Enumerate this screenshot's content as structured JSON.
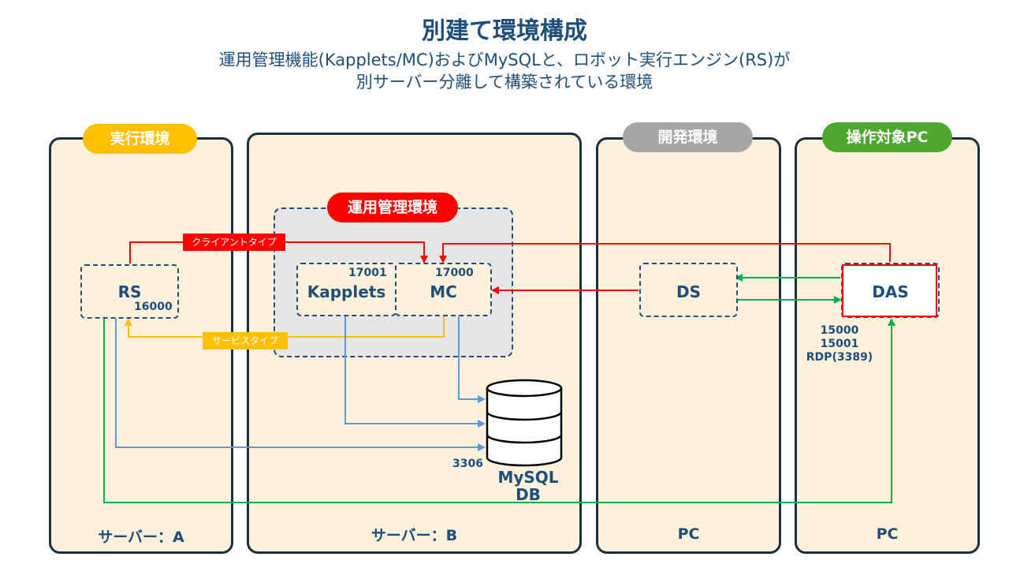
{
  "title": "別建て環境構成",
  "subtitle": {
    "line1": "運用管理機能(Kapplets/MC)およびMySQLと、ロボット実行エンジン(RS)が",
    "line2": "別サーバー分離して構築されている環境"
  },
  "panels": {
    "exec": {
      "label": "実行環境",
      "footer": "サーバー：A"
    },
    "server_b": {
      "footer": "サーバー：B"
    },
    "dev": {
      "label": "開発環境",
      "footer": "PC"
    },
    "target": {
      "label": "操作対象PC",
      "footer": "PC"
    }
  },
  "mgmt": {
    "label": "運用管理環境"
  },
  "nodes": {
    "rs": {
      "label": "RS",
      "port": "16000"
    },
    "kapplets": {
      "label": "Kapplets",
      "port": "17001"
    },
    "mc": {
      "label": "MC",
      "port": "17000"
    },
    "ds": {
      "label": "DS"
    },
    "das": {
      "label": "DAS",
      "ports": [
        "15000",
        "15001",
        "RDP(3389)"
      ]
    },
    "db": {
      "line1": "MySQL",
      "line2": "DB",
      "port": "3306"
    }
  },
  "tags": {
    "client": "クライアントタイプ",
    "service": "サービスタイプ"
  },
  "colors": {
    "panel_bg": "#fdf1dc",
    "panel_border": "#1b2f3d",
    "exec_pill": "#ffc000",
    "dev_pill": "#a6a6a6",
    "target_pill": "#4ea72e",
    "mgmt_pill": "#ff0000",
    "red": "#ff0000",
    "yellow": "#ffc000",
    "blue": "#5b9bd5",
    "green": "#00b050",
    "text": "#1f4e79"
  }
}
